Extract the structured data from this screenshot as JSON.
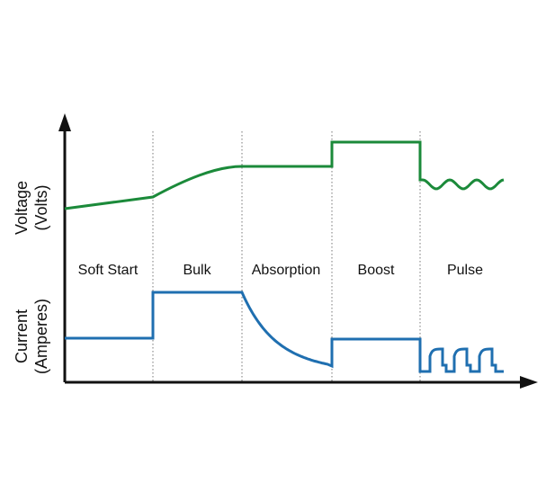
{
  "chart_data": {
    "type": "line",
    "title": "",
    "stages": [
      "Soft Start",
      "Bulk",
      "Absorption",
      "Boost",
      "Pulse"
    ],
    "y_axis_labels": {
      "voltage": [
        "Voltage",
        "(Volts)"
      ],
      "current": [
        "Current",
        "(Amperes)"
      ]
    },
    "series": [
      {
        "name": "Voltage (Volts)",
        "color": "#1b8a3a",
        "description_by_stage": [
          "slow linear rise",
          "curved rise to plateau",
          "constant",
          "step up, constant",
          "drop, small oscillation"
        ]
      },
      {
        "name": "Current (Amperes)",
        "color": "#1f6fb0",
        "description_by_stage": [
          "constant low",
          "step up, constant high",
          "exponential decay",
          "step up, constant medium",
          "repeating pulses"
        ]
      }
    ],
    "grid": false,
    "stage_dividers": "dotted vertical lines",
    "arrows": true
  }
}
